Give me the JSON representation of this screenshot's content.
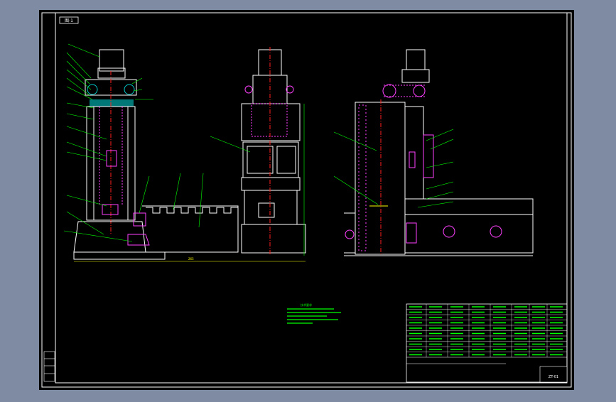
{
  "colors": {
    "background": "#7f8ba3",
    "sheet": "#000000",
    "outline": "#ffffff",
    "callout": "#00ff00",
    "centerline": "#ff2020",
    "hatch": "#ff40ff",
    "section_fill": "#00c8c8",
    "dimension": "#ffff00"
  },
  "drawing": {
    "title_tag": "图-1"
  },
  "labels": {
    "dim_overall_width": "265",
    "notes_heading": "技术要求",
    "title_block_name": "",
    "drawing_no": "ZT-01"
  }
}
